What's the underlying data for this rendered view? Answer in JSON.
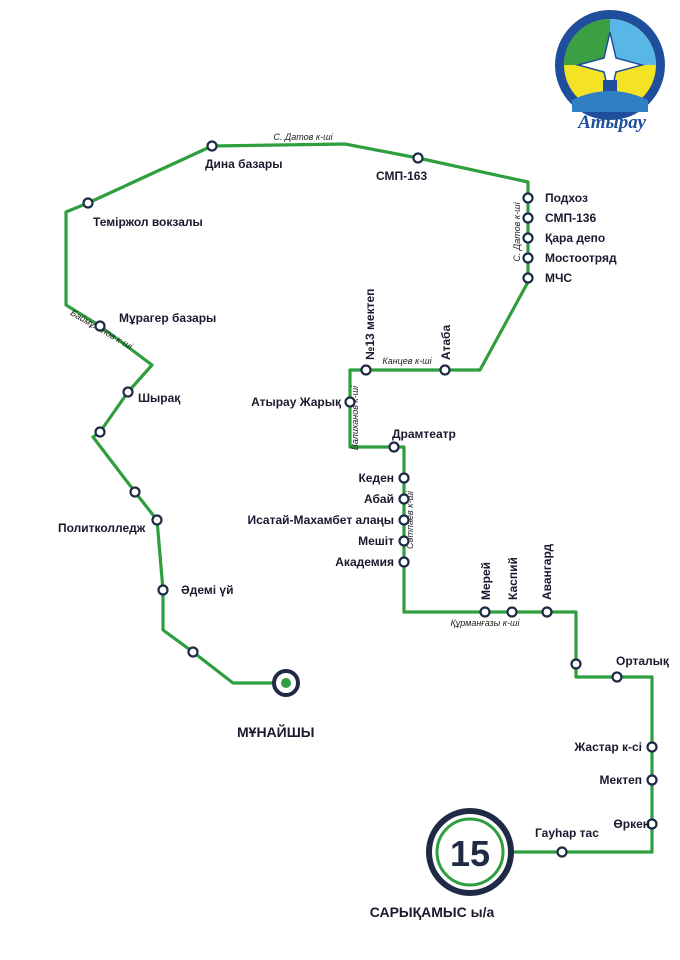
{
  "route": {
    "number": "15",
    "line_color": "#2e9e3e",
    "outline_color": "#1f2a44",
    "terminus_start": "МҰНАЙШЫ",
    "terminus_end": "САРЫҚАМЫС ы/а"
  },
  "emblem": {
    "text": "Атырау",
    "icon": "atyrau-city-emblem"
  },
  "stops": [
    "Дина базары",
    "СМП-163",
    "Подхоз",
    "СМП-136",
    "Қара депо",
    "Мостоотряд",
    "МЧС",
    "Теміржол вокзалы",
    "Мұрагер базары",
    "Шырақ",
    "Политколледж",
    "Әдемі үй",
    "№13 мектеп",
    "Атаба",
    "Атырау Жарық",
    "Драмтеатр",
    "Кеден",
    "Абай",
    "Исатай-Махамбет алаңы",
    "Мешіт",
    "Академия",
    "Мерей",
    "Каспий",
    "Авангард",
    "Орталық",
    "Жастар к-сі",
    "Мектеп",
    "Өркен",
    "Гауһар тас"
  ],
  "streets": [
    "С. Датов к-ші",
    "С. Датов к-ші",
    "Баймұханов к-ші",
    "Канцев к-ші",
    "Валиханов к-ші",
    "Сәтпаев к-ші",
    "Құрманғазы к-ші"
  ]
}
